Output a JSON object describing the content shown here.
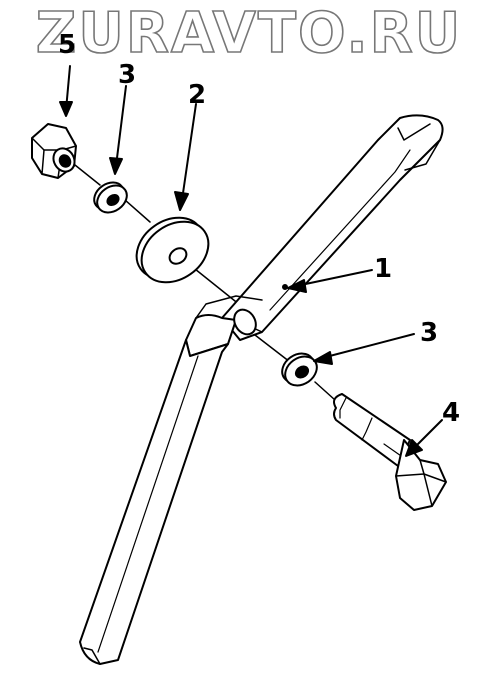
{
  "watermark": "ZURAVTO.RU",
  "callouts": {
    "c5": "5",
    "c3a": "3",
    "c2": "2",
    "c1": "1",
    "c3b": "3",
    "c4": "4"
  },
  "parts": [
    {
      "number": "1",
      "name": "bracket-arm"
    },
    {
      "number": "2",
      "name": "large-washer"
    },
    {
      "number": "3",
      "name": "lock-washer"
    },
    {
      "number": "4",
      "name": "bolt"
    },
    {
      "number": "5",
      "name": "nut"
    }
  ],
  "colors": {
    "line": "#000000",
    "background": "#ffffff",
    "watermark_outline": "#777777"
  }
}
